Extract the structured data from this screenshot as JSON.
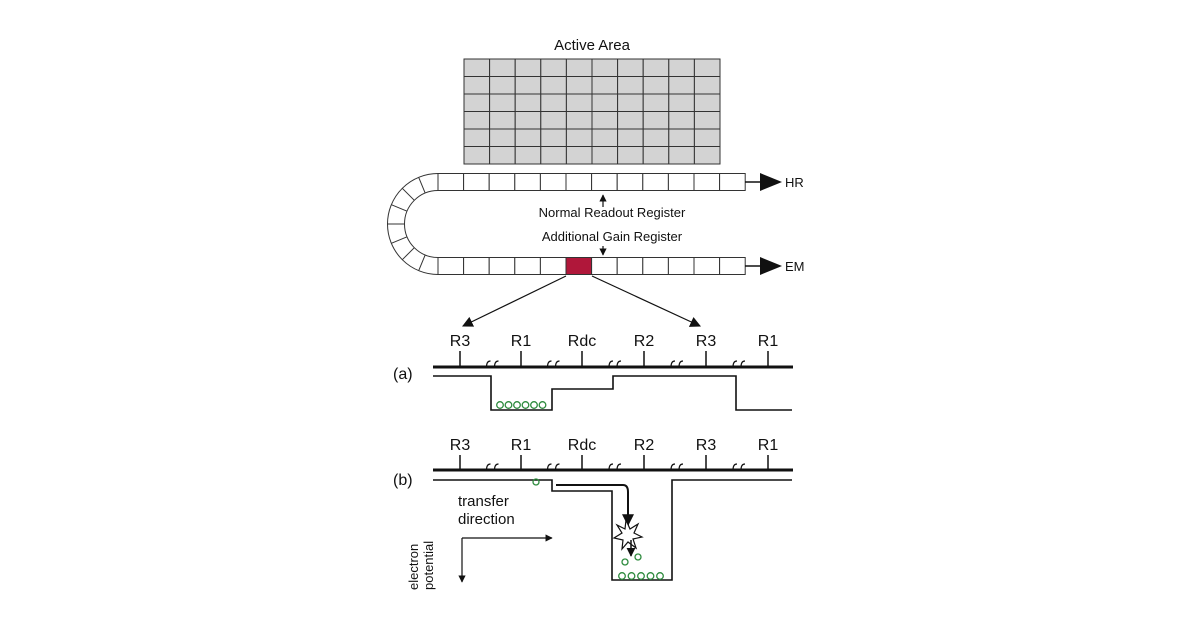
{
  "title": "Active Area",
  "registers": {
    "normal_label": "Normal Readout Register",
    "gain_label": "Additional Gain Register",
    "hr_label": "HR",
    "em_label": "EM"
  },
  "panel_a": {
    "tag": "(a)",
    "electrodes": [
      "R3",
      "R1",
      "Rdc",
      "R2",
      "R3",
      "R1"
    ]
  },
  "panel_b": {
    "tag": "(b)",
    "electrodes": [
      "R3",
      "R1",
      "Rdc",
      "R2",
      "R3",
      "R1"
    ],
    "transfer_label_1": "transfer",
    "transfer_label_2": "direction",
    "potential_label_1": "electron",
    "potential_label_2": "potential"
  },
  "colors": {
    "grid_fill": "#d3d3d3",
    "highlight": "#b0173a",
    "electron": "#2e8b3e",
    "line": "#111111"
  }
}
